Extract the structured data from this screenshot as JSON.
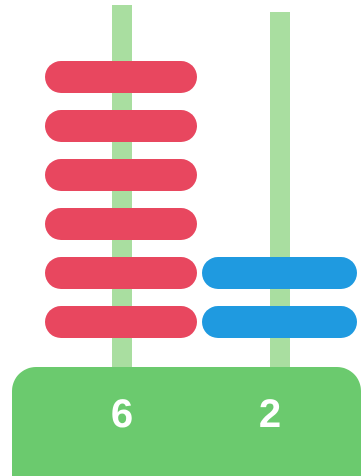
{
  "abacus": {
    "rods": [
      {
        "place": "tens",
        "count": 6,
        "label": "6",
        "bead_color": "#e8475f"
      },
      {
        "place": "ones",
        "count": 2,
        "label": "2",
        "bead_color": "#1f9ae0"
      }
    ],
    "rod_color": "#a9dea0",
    "base_color": "#6bca6e"
  }
}
